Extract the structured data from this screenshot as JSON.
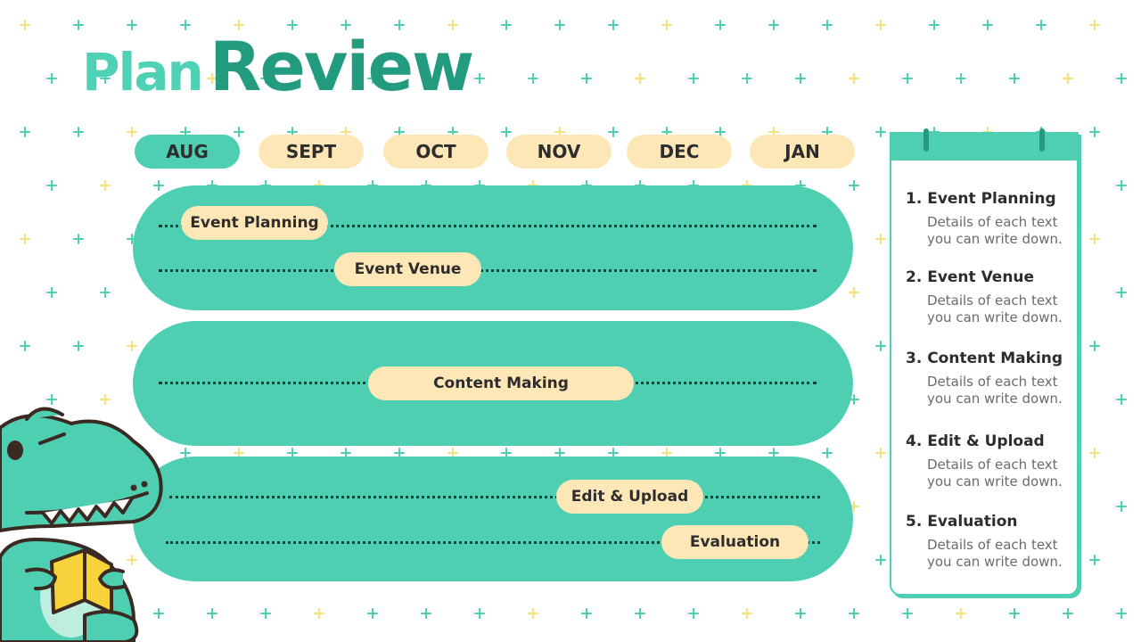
{
  "title": {
    "plan": "Plan",
    "review": "Review"
  },
  "months": [
    "AUG",
    "SEPT",
    "OCT",
    "NOV",
    "DEC",
    "JAN"
  ],
  "active_month": "AUG",
  "tasks": [
    "Event Planning",
    "Event Venue",
    "Content Making",
    "Edit & Upload",
    "Evaluation"
  ],
  "notes": [
    {
      "title": "1. Event Planning",
      "desc": "Details of each text you can write down."
    },
    {
      "title": "2. Event Venue",
      "desc": "Details of each text you can write down."
    },
    {
      "title": "3. Content Making",
      "desc": "Details of each text you can write down."
    },
    {
      "title": "4. Edit & Upload",
      "desc": "Details of each text you can write down."
    },
    {
      "title": "5. Evaluation",
      "desc": "Details of each text you can write down."
    }
  ],
  "colors": {
    "primary": "#4fcfb2",
    "dark": "#239b7e",
    "pill": "#fde7b6",
    "text": "#2d2d2d",
    "accent_yellow": "#f5e17a"
  }
}
